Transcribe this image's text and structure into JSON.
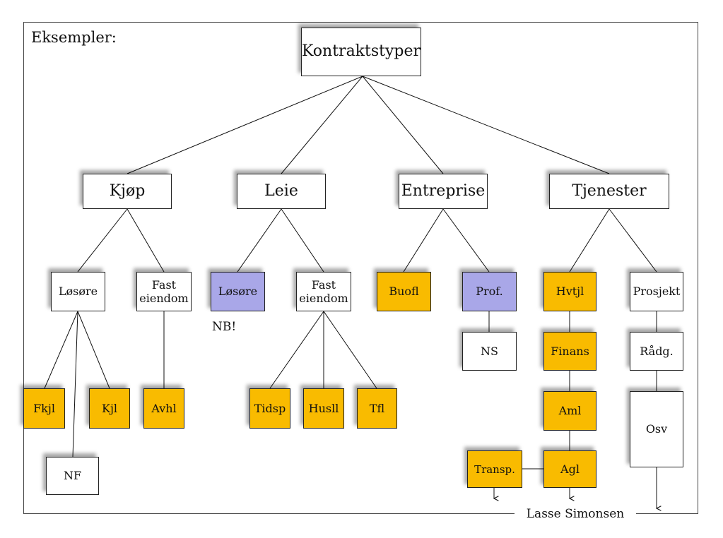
{
  "heading": "Eksempler:",
  "author": "Lasse Simonsen",
  "colors": {
    "highlight": "#f9bb00",
    "alternate": "#a9a7e8",
    "box": "#ffffff"
  },
  "nodes": {
    "root": "Kontraktstyper",
    "kjop": "Kjøp",
    "leie": "Leie",
    "entreprise": "Entreprise",
    "tjenester": "Tjenester",
    "kjop_losore": "Løsøre",
    "kjop_fast_eiendom": "Fast eiendom",
    "leie_losore": "Løsøre",
    "leie_fast_eiendom": "Fast eiendom",
    "buofl": "Buofl",
    "prof": "Prof.",
    "hvtjl": "Hvtjl",
    "prosjekt": "Prosjekt",
    "fkjl": "Fkjl",
    "kjl": "Kjl",
    "nf": "NF",
    "avhl": "Avhl",
    "tidsp": "Tidsp",
    "husll": "Husll",
    "tfl": "Tfl",
    "ns": "NS",
    "finans": "Finans",
    "aml": "Aml",
    "agl": "Agl",
    "transp": "Transp.",
    "radg": "Rådg.",
    "osv": "Osv"
  },
  "note": "NB!"
}
